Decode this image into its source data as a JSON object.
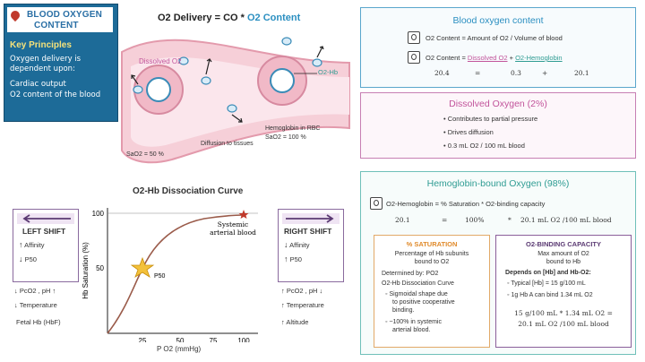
{
  "title_card": {
    "title_line1": "BLOOD OXYGEN",
    "title_line2": "CONTENT",
    "key_title": "Key Principles",
    "lines": [
      "Oxygen delivery is",
      "dependent upon:",
      "Cardiac output",
      "O2 content of the blood"
    ]
  },
  "vessel": {
    "formula_prefix": "O2 Delivery = CO * ",
    "formula_highlight": "O2 Content",
    "dissolved_label": "Dissolved O2",
    "o2hb_label": "O2-Hb",
    "hb_label": "Hemoglobin in RBC",
    "sao2_100": "SaO2 = 100 %",
    "diffusion_label": "Diffusion to tissues",
    "sao2_50": "SaO2 = 50 %"
  },
  "curve": {
    "title": "O2-Hb Dissociation Curve",
    "ylabel": "Hb Saturation (%)",
    "xlabel": "P O2 (mmHg)",
    "xticks": [
      "25",
      "50",
      "75",
      "100"
    ],
    "yticks": [
      "100",
      "50"
    ],
    "p50_label": "P50",
    "arterial_label_1": "Systemic",
    "arterial_label_2": "arterial blood"
  },
  "left_shift": {
    "name": "LEFT SHIFT",
    "affinity": "Affinity",
    "p50": "P50",
    "pco2_ph": "PcO2 , pH",
    "temperature": "Temperature",
    "fetal": "Fetal Hb (HbF)"
  },
  "right_shift": {
    "name": "RIGHT SHIFT",
    "affinity": "Affinity",
    "p50": "P50",
    "pco2_ph": "PcO2 , pH",
    "temperature": "Temperature",
    "altitude": "Altitude"
  },
  "blood_panel": {
    "title": "Blood oxygen content",
    "line1": "O2 Content = Amount of O2 / Volume of blood",
    "eq_left": "O2 Content = ",
    "eq_dissolved": "Dissolved O2",
    "eq_plus": " + ",
    "eq_hb": "O2-Hemoglobin",
    "v_total": "20.4",
    "v_eq": "=",
    "v_dissolved": "0.3",
    "v_plus": "+",
    "v_hb": "20.1"
  },
  "dissolved_panel": {
    "title": "Dissolved Oxygen (2%)",
    "bullets": [
      "Contributes to partial pressure",
      "Drives diffusion",
      "0.3 mL O2 / 100 mL blood"
    ]
  },
  "hb_panel": {
    "title": "Hemoglobin-bound Oxygen (98%)",
    "eq": "O2-Hemoglobin = % Saturation * O2-binding capacity",
    "v1": "20.1",
    "v_eq": "=",
    "v2": "100%",
    "v_times": "*",
    "v3": "20.1 mL O2 /100 mL blood",
    "saturation": {
      "title": "% SATURATION",
      "desc1": "Percentage of Hb subunits",
      "desc2": "bound to O2",
      "determined": "Determined by: PO2",
      "curve": "O2-Hb Dissociation Curve",
      "b1a": "Sigmoidal shape due",
      "b1b": "to positive cooperative",
      "b1c": "binding.",
      "b2a": "~100% in systemic",
      "b2b": "arterial blood."
    },
    "capacity": {
      "title": "O2-BINDING CAPACITY",
      "desc1": "Max amount of O2",
      "desc2": "bound to Hb",
      "depends": "Depends on [Hb] and Hb-O2:",
      "b1": "Typical [Hb] = 15 g/100 mL",
      "b2": "1g Hb A can bind 1.34 mL O2",
      "calc1": "15 g/100 mL * 1.34 mL O2 =",
      "calc2": "20.1 mL O2 /100 mL blood"
    }
  },
  "colors": {
    "blue": "#2b8fc1",
    "pink": "#c2549b",
    "teal": "#2f9c93",
    "purple": "#5b3a73",
    "orange": "#e08a2a"
  }
}
